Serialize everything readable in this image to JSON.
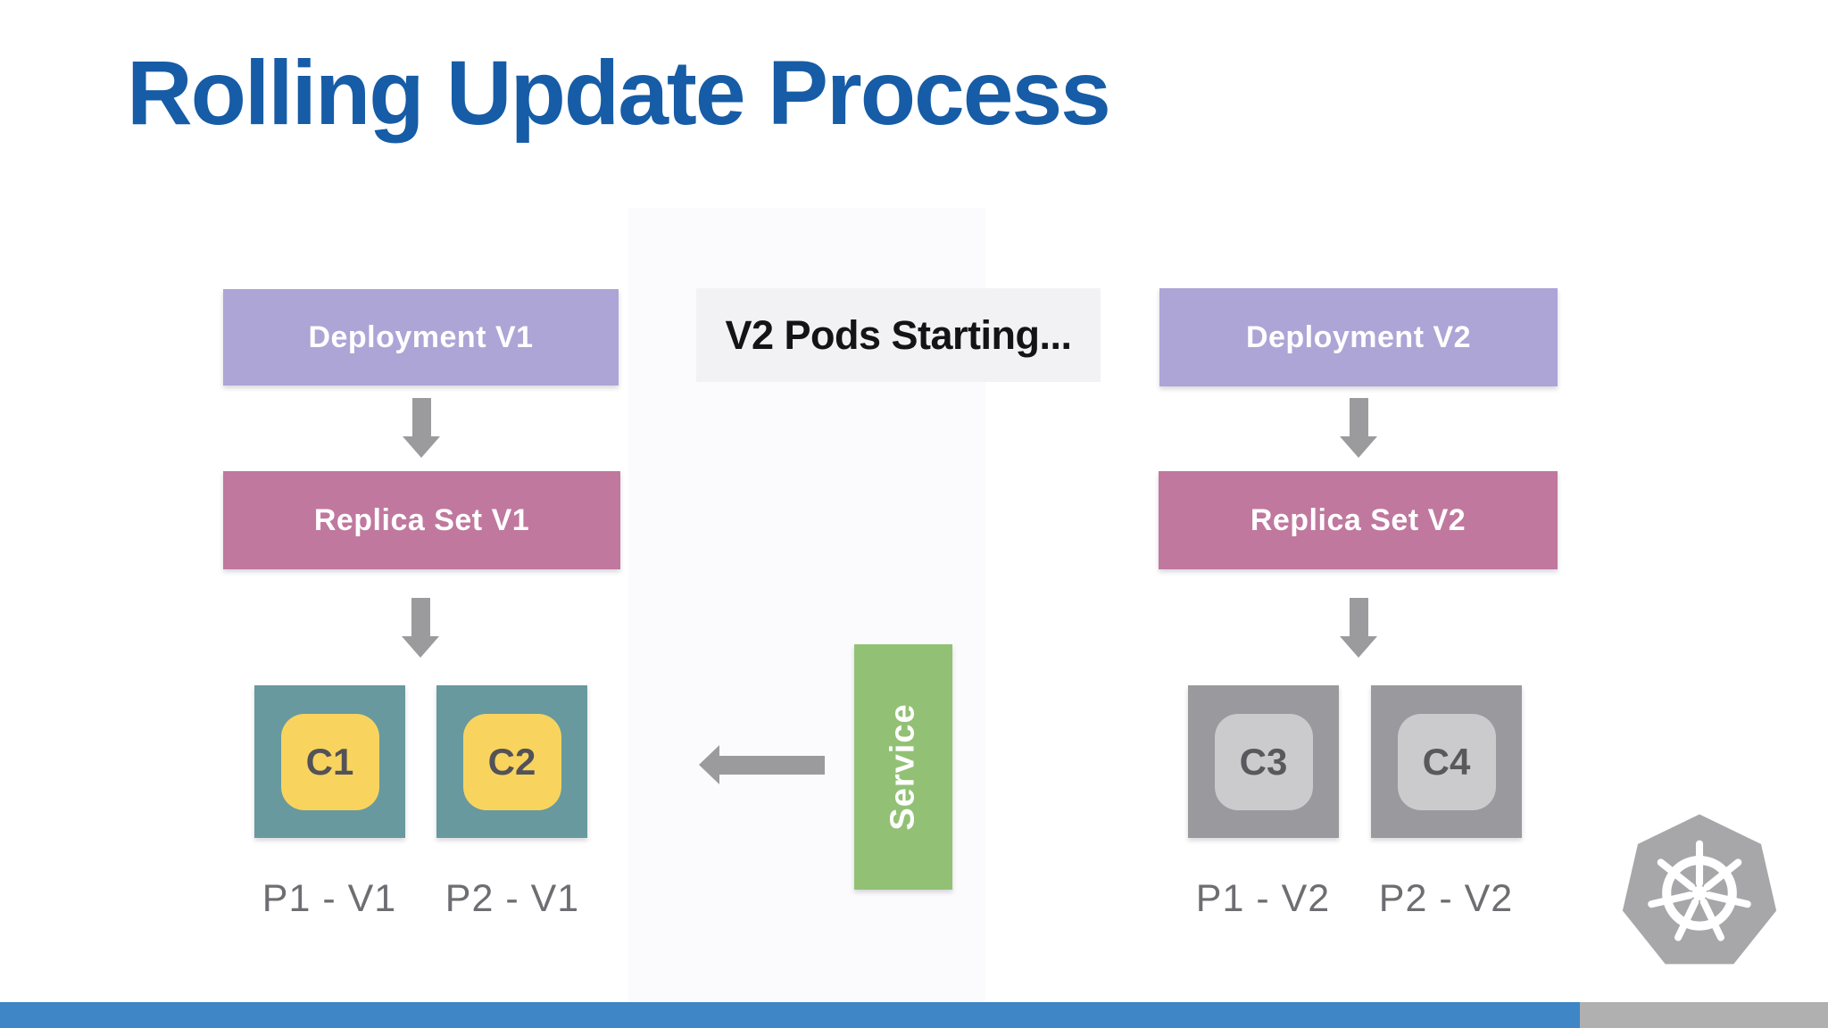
{
  "title": "Rolling Update Process",
  "status_banner": "V2 Pods Starting...",
  "service_label": "Service",
  "v1": {
    "deployment": "Deployment V1",
    "replica_set": "Replica Set V1",
    "pods": [
      {
        "container": "C1",
        "label": "P1 - V1"
      },
      {
        "container": "C2",
        "label": "P2 - V1"
      }
    ]
  },
  "v2": {
    "deployment": "Deployment V2",
    "replica_set": "Replica Set V2",
    "pods": [
      {
        "container": "C3",
        "label": "P1 - V2"
      },
      {
        "container": "C4",
        "label": "P2 - V2"
      }
    ]
  },
  "icons": {
    "kubernetes": "kubernetes-helm-icon",
    "down_arrow": "down-arrow-icon",
    "left_arrow": "left-arrow-icon"
  },
  "colors": {
    "title": "#165CA6",
    "deployment_box": "#ACA5D6",
    "replica_box": "#C0789E",
    "pod_v1": "#68999F",
    "container_v1": "#F8D45F",
    "pod_v2": "#9A999D",
    "container_v2": "#CBCACD",
    "service": "#92C175",
    "status_bg": "#F2F1F4",
    "arrow": "#9B9A9D",
    "footer_blue": "#3E86C5",
    "footer_gray": "#B1B0B1",
    "logo_gray": "#A7A6A9"
  }
}
